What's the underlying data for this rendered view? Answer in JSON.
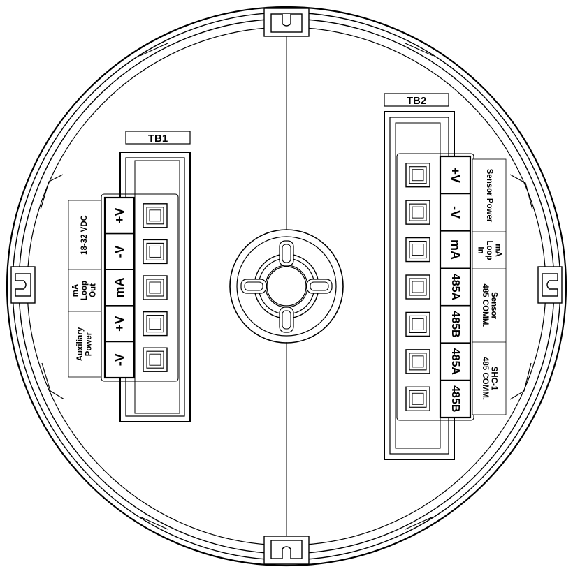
{
  "tb1": {
    "title": "TB1",
    "terminals": [
      "+V",
      "-V",
      "mA",
      "+V",
      "-V"
    ],
    "groups": [
      {
        "lines": [
          "18-32 VDC"
        ]
      },
      {
        "lines": [
          "mA",
          "Loop",
          "Out"
        ]
      },
      {
        "lines": [
          "Auxiliary",
          "Power"
        ]
      }
    ]
  },
  "tb2": {
    "title": "TB2",
    "terminals": [
      "+V",
      "-V",
      "mA",
      "485A",
      "485B",
      "485A",
      "485B"
    ],
    "groups": [
      {
        "lines": [
          "Sensor Power"
        ]
      },
      {
        "lines": [
          "mA",
          "Loop",
          "In"
        ]
      },
      {
        "lines": [
          "Sensor",
          "485 COMM."
        ]
      },
      {
        "lines": [
          "SHC-1",
          "485 COMM."
        ]
      }
    ]
  },
  "colors": {
    "line": "#000000",
    "background": "#ffffff"
  }
}
